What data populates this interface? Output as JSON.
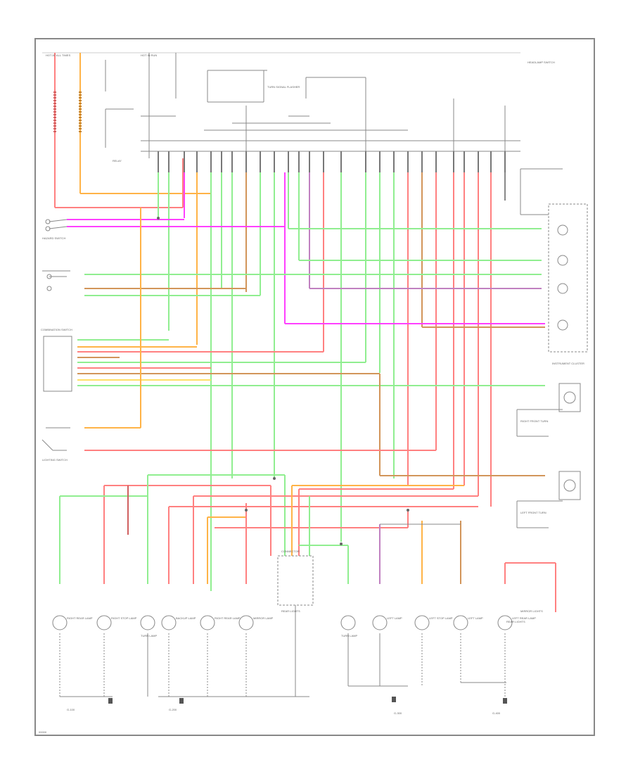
{
  "diagram": {
    "fuse_box_label": "HOT AT ALL TIMES",
    "hot_in_run_label": "HOT IN RUN",
    "turn_signal_flasher_label": "TURN SIGNAL FLASHER",
    "headlamp_switch_label": "HEADLAMP SWITCH",
    "combination_switch_label": "COMBINATION SWITCH",
    "hazard_switch_label": "HAZARD SWITCH",
    "instrument_cluster_label": "INSTRUMENT CLUSTER",
    "lighting_switch_label": "LIGHTING SWITCH",
    "right_front_turn_label": "RIGHT FRONT TURN",
    "left_front_turn_label": "LEFT FRONT TURN",
    "mirror_lights_label": "MIRROR LIGHTS",
    "relay_label": "RELAY",
    "connector_label": "CONNECTOR",
    "ground_labels": [
      "G-100",
      "G-200",
      "G-300",
      "G-400"
    ],
    "bottom_component_labels": [
      "RIGHT REAR LAMP",
      "RIGHT STOP LAMP",
      "TURN LAMP",
      "BACKUP LAMP",
      "RIGHT REAR LAMP",
      "MIRROR LAMP",
      "REAR LIGHTS",
      "TURN LAMP",
      "LEFT LAMP",
      "LEFT STOP LAMP",
      "LEFT LAMP",
      "LEFT REAR LAMP",
      "REAR LIGHTS"
    ],
    "footer_code": "00000"
  },
  "colors": {
    "red": "#ff8080",
    "green": "#90ee90",
    "orange": "#ffb347",
    "magenta": "#ff40ff",
    "pink": "#f3a0f3",
    "brown": "#d2955a",
    "gray": "#808080",
    "black": "#1a1a1a"
  }
}
